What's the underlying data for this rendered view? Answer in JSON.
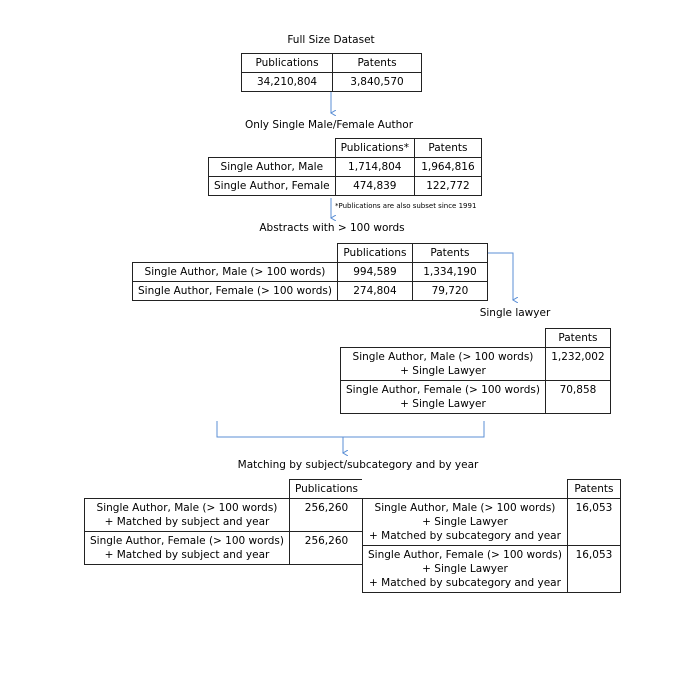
{
  "stage1": {
    "title": "Full Size Dataset",
    "col_publications": "Publications",
    "col_patents": "Patents",
    "publications": "34,210,804",
    "patents": "3,840,570"
  },
  "stage2": {
    "title": "Only Single Male/Female Author",
    "col_publications": "Publications*",
    "col_patents": "Patents",
    "rows": [
      {
        "label": "Single Author, Male",
        "publications": "1,714,804",
        "patents": "1,964,816"
      },
      {
        "label": "Single Author, Female",
        "publications": "474,839",
        "patents": "122,772"
      }
    ],
    "footnote": "*Publications are also subset since 1991"
  },
  "stage3": {
    "title": "Abstracts with > 100 words",
    "col_publications": "Publications",
    "col_patents": "Patents",
    "rows": [
      {
        "label": "Single Author, Male (> 100 words)",
        "publications": "994,589",
        "patents": "1,334,190"
      },
      {
        "label": "Single Author, Female (> 100 words)",
        "publications": "274,804",
        "patents": "79,720"
      }
    ]
  },
  "stage4": {
    "title": "Single lawyer",
    "col_patents": "Patents",
    "rows": [
      {
        "label_line1": "Single Author, Male (> 100 words)",
        "label_line2": "+ Single Lawyer",
        "patents": "1,232,002"
      },
      {
        "label_line1": "Single Author, Female (> 100 words)",
        "label_line2": "+ Single Lawyer",
        "patents": "70,858"
      }
    ]
  },
  "stage5": {
    "title": "Matching by subject/subcategory and by year",
    "publications_table": {
      "col_publications": "Publications",
      "rows": [
        {
          "label_line1": "Single Author, Male (> 100 words)",
          "label_line2": "+ Matched by subject and year",
          "publications": "256,260"
        },
        {
          "label_line1": "Single Author, Female (> 100 words)",
          "label_line2": "+ Matched by subject and year",
          "publications": "256,260"
        }
      ]
    },
    "patents_table": {
      "col_patents": "Patents",
      "rows": [
        {
          "label_line1": "Single Author, Male (> 100 words)",
          "label_line2": "+ Single Lawyer",
          "label_line3": "+ Matched by subcategory and year",
          "patents": "16,053"
        },
        {
          "label_line1": "Single Author, Female (> 100 words)",
          "label_line2": "+ Single Lawyer",
          "label_line3": "+ Matched by subcategory and year",
          "patents": "16,053"
        }
      ]
    }
  },
  "colors": {
    "connector": "#5b8fd6",
    "border": "#222222"
  }
}
